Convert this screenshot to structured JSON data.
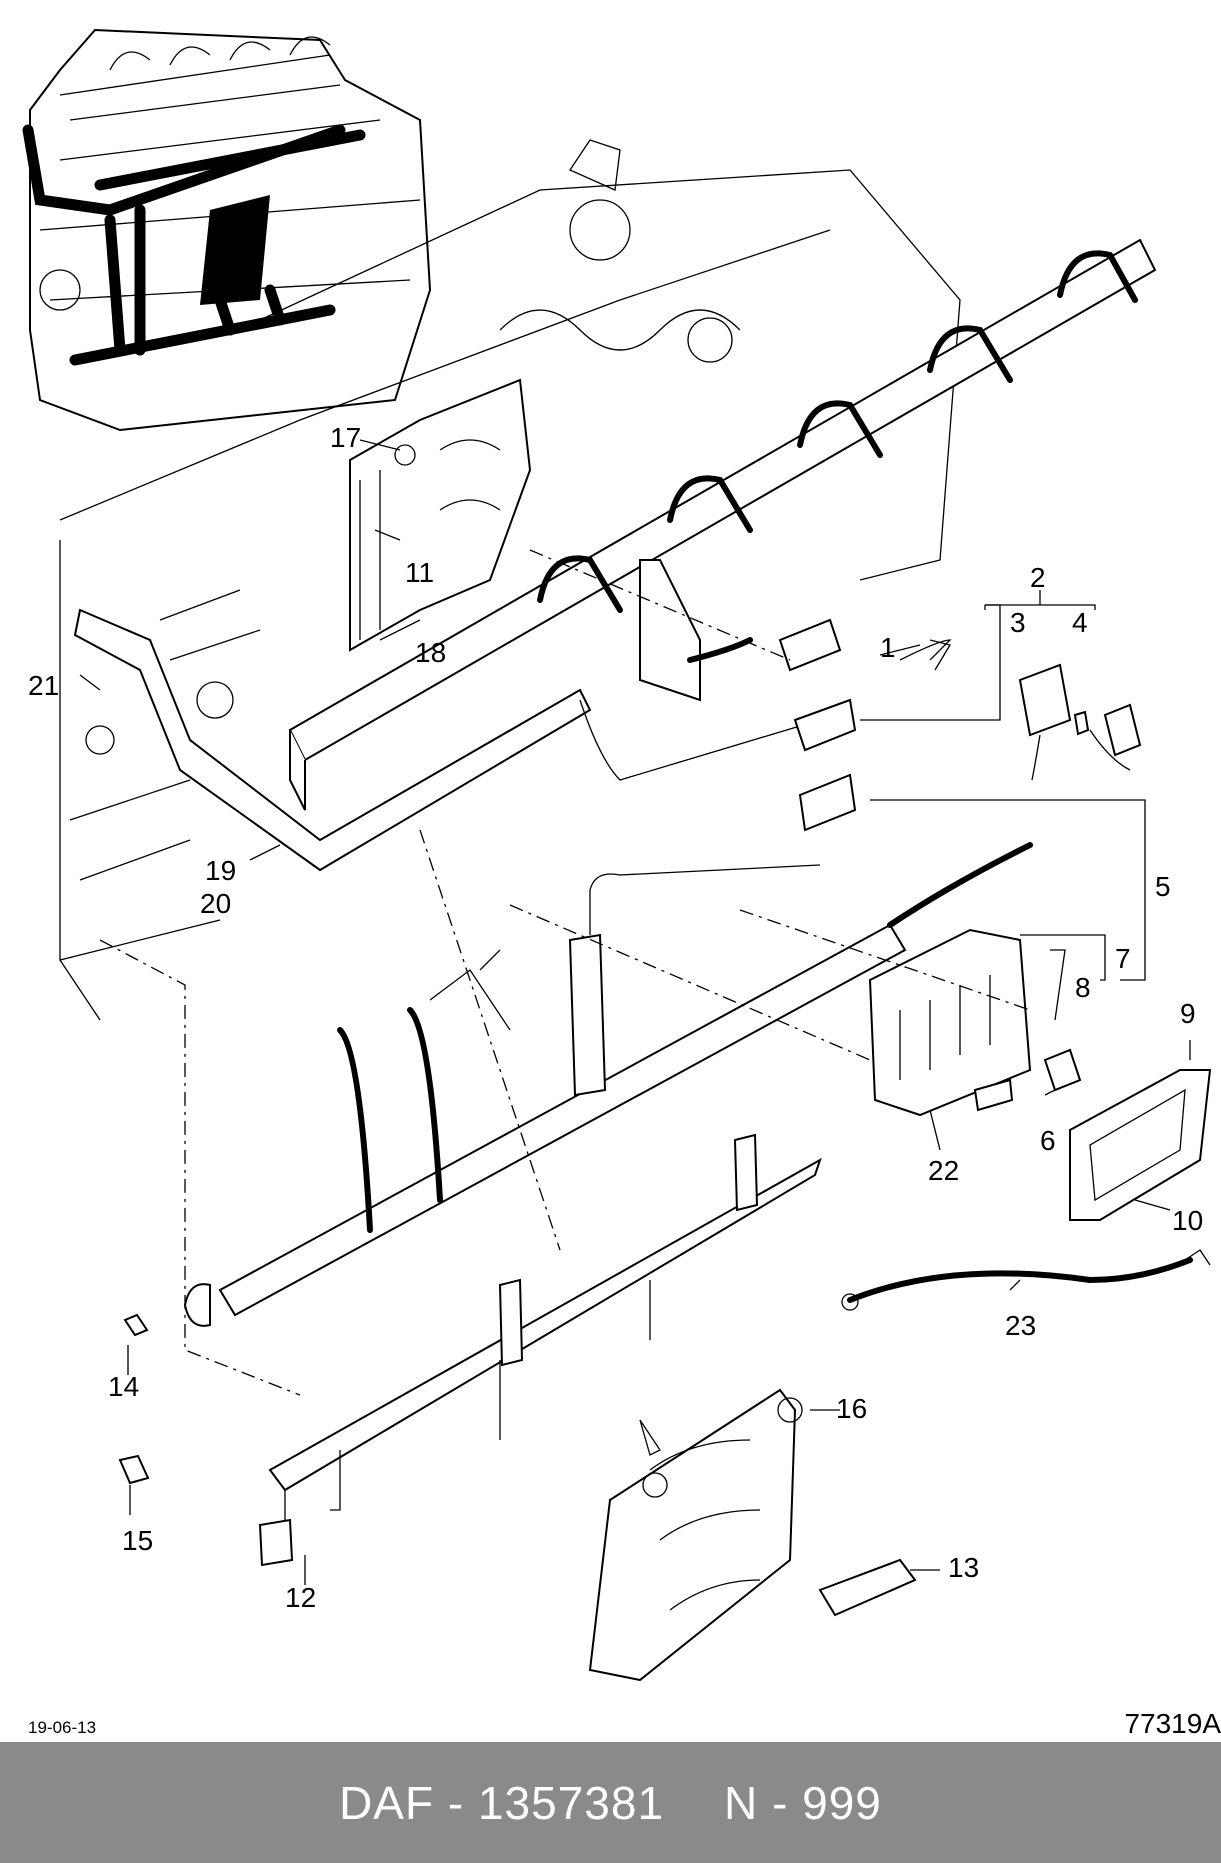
{
  "diagram": {
    "callouts": [
      "1",
      "2",
      "3",
      "4",
      "5",
      "6",
      "7",
      "8",
      "9",
      "10",
      "11",
      "12",
      "13",
      "14",
      "15",
      "16",
      "17",
      "18",
      "19",
      "20",
      "21",
      "22",
      "23"
    ]
  },
  "footer": {
    "date_code": "19-06-13",
    "figure_id": "77319A",
    "part_brand_number": "DAF - 1357381",
    "part_extra": "N - 999"
  }
}
